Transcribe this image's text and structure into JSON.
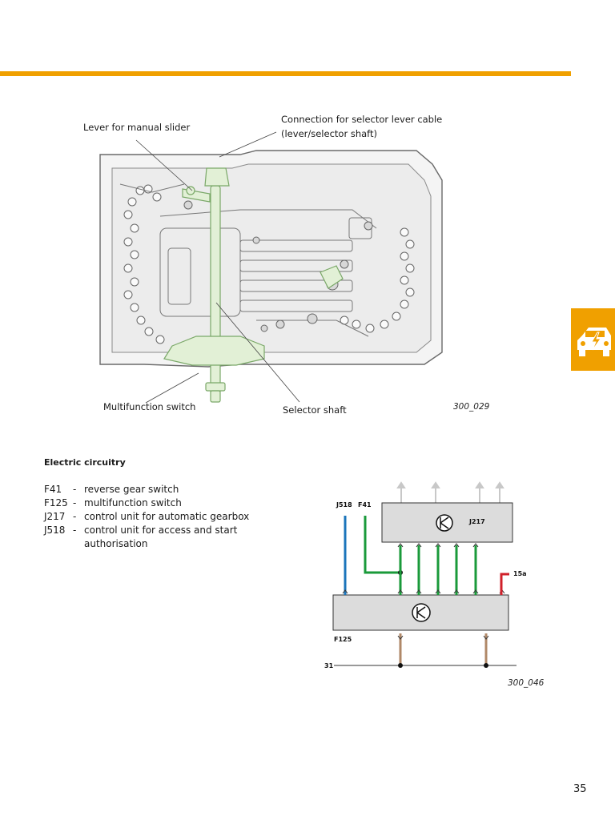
{
  "colors": {
    "accent": "#f0a000",
    "component_fill": "#e8f3dc",
    "wire_blue": "#1b75bb",
    "wire_green": "#1a9a3a",
    "wire_red": "#d0202a",
    "wire_brown": "#b08868"
  },
  "figure1": {
    "callouts": {
      "lever_manual_slider": "Lever for manual slider",
      "connection_line1": "Connection for selector lever cable",
      "connection_line2": "(lever/selector shaft)",
      "multifunction_switch": "Multifunction switch",
      "selector_shaft": "Selector shaft"
    },
    "figure_number": "300_029"
  },
  "side_tab": {
    "icon": "car-electrical-icon"
  },
  "section": {
    "title": "Electric circuitry",
    "legend": [
      {
        "code": "F41",
        "dash": "-",
        "description": "reverse gear switch"
      },
      {
        "code": "F125",
        "dash": "-",
        "description": "multifunction switch"
      },
      {
        "code": "J217",
        "dash": "-",
        "description": "control unit for automatic gearbox"
      },
      {
        "code": "J518",
        "dash": "-",
        "description": "control unit for access and start authorisation"
      }
    ]
  },
  "circuit": {
    "labels": {
      "j518": "J518",
      "f41": "F41",
      "j217": "J217",
      "f125": "F125",
      "terminal_15a": "15a",
      "terminal_31": "31"
    },
    "figure_number": "300_046"
  },
  "page_number": "35"
}
